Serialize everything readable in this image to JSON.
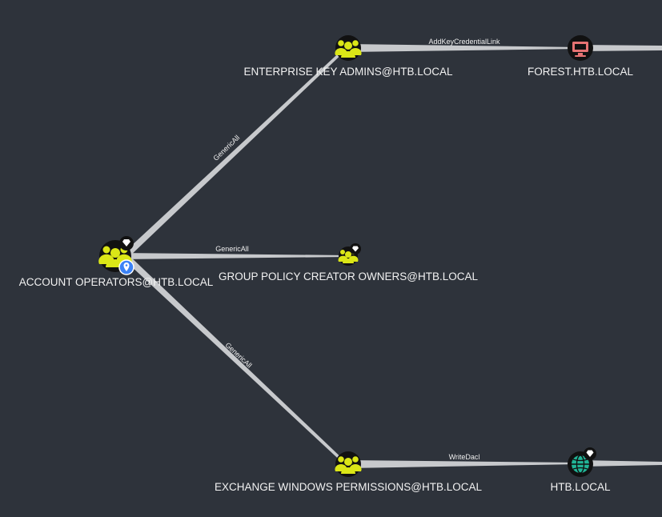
{
  "colors": {
    "background": "#2e333b",
    "group_node": "#dbe617",
    "computer_node": "#e57373",
    "domain_node": "#21b597",
    "edge": "#c7c9cc",
    "label": "#f2f2f2",
    "start_badge": "#3b82f6"
  },
  "nodes": {
    "account_operators": {
      "label": "ACCOUNT OPERATORS@HTB.LOCAL",
      "type": "group",
      "icon": "users-icon",
      "badges": [
        "high-value-diamond-icon",
        "start-node-pin-icon"
      ]
    },
    "enterprise_key_admins": {
      "label": "ENTERPRISE KEY ADMINS@HTB.LOCAL",
      "type": "group",
      "icon": "users-icon",
      "badges": []
    },
    "forest": {
      "label": "FOREST.HTB.LOCAL",
      "type": "computer",
      "icon": "desktop-icon",
      "badges": []
    },
    "group_policy_creator_owners": {
      "label": "GROUP POLICY CREATOR OWNERS@HTB.LOCAL",
      "type": "group",
      "icon": "users-icon",
      "badges": [
        "high-value-diamond-icon"
      ]
    },
    "exchange_windows_permissions": {
      "label": "EXCHANGE WINDOWS PERMISSIONS@HTB.LOCAL",
      "type": "group",
      "icon": "users-icon",
      "badges": []
    },
    "htb_local": {
      "label": "HTB.LOCAL",
      "type": "domain",
      "icon": "globe-icon",
      "badges": [
        "high-value-diamond-icon"
      ]
    }
  },
  "edges": {
    "ao_to_eka": {
      "label": "GenericAll"
    },
    "ao_to_gpco": {
      "label": "GenericAll"
    },
    "ao_to_ewp": {
      "label": "GenericAll"
    },
    "eka_to_forest": {
      "label": "AddKeyCredentialLink"
    },
    "ewp_to_htb": {
      "label": "WriteDacl"
    }
  }
}
